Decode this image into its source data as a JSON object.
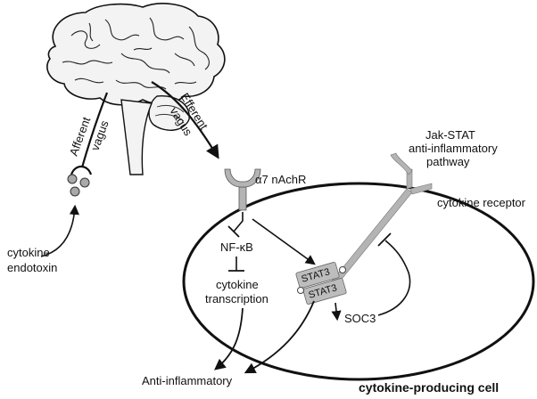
{
  "labels": {
    "afferent": "Afferent",
    "afferent_vagus": "vagus",
    "efferent": "Efferent",
    "efferent_vagus": "vagus",
    "cytokine": "cytokine",
    "endotoxin": "endotoxin",
    "receptor_a7": "α7 nAchR",
    "jak_line1": "Jak-STAT",
    "jak_line2": "anti-inflammatory",
    "jak_line3": "pathway",
    "cytokine_receptor": "cytokine receptor",
    "nfkb": "NF-κB",
    "cyto_trans_1": "cytokine",
    "cyto_trans_2": "transcription",
    "stat3_a": "STAT3",
    "stat3_b": "STAT3",
    "soc3": "SOC3",
    "anti_inflammatory": "Anti-inflammatory",
    "cell_label": "cytokine-producing cell"
  },
  "colors": {
    "brain_fill": "#f3f3f3",
    "receptor_fill": "#b4b4b4",
    "stat_fill": "#bdbdbd",
    "dot_fill": "#a9a9a9",
    "line": "#111111"
  }
}
